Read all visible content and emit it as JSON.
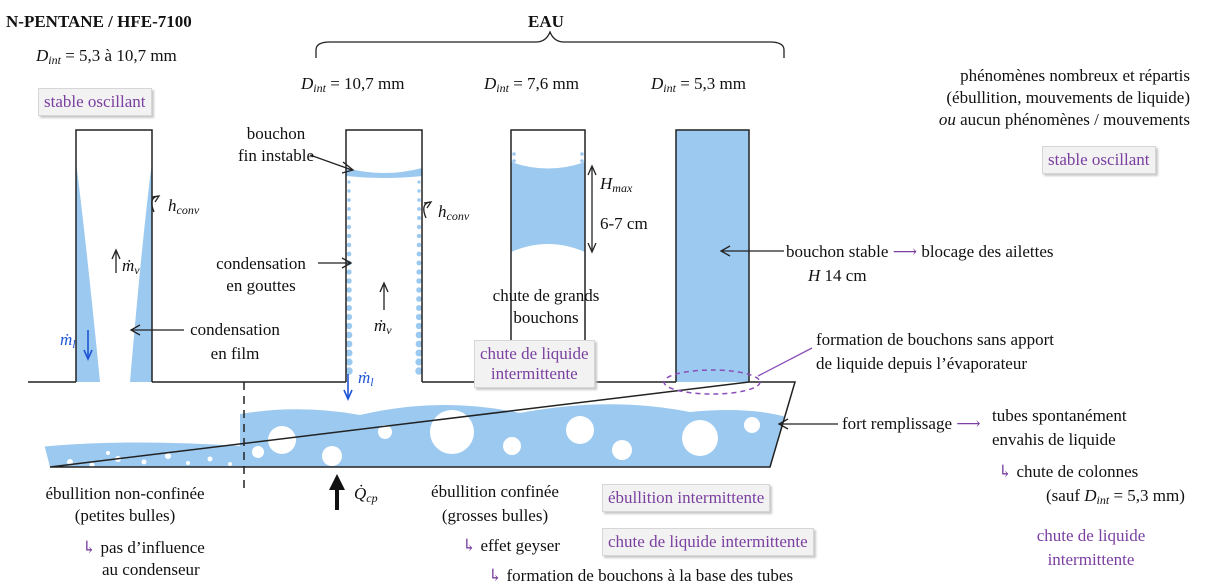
{
  "left_header": {
    "title": "N-PENTANE / HFE-7100",
    "dint_prefix": "D",
    "dint_sub": "int",
    "dint_value": " = 5,3 à 10,7 mm",
    "badge": "stable oscillant"
  },
  "water_header": {
    "title": "EAU",
    "d1_value": " = 10,7 mm",
    "d2_value": " = 7,6 mm",
    "d3_value": " = 5,3 mm"
  },
  "right_note": {
    "line1": "phénomènes nombreux et répartis",
    "line2": "(ébullition, mouvements de liquide)",
    "line3_italic": "ou",
    "line3_rest": " aucun phénomènes / mouvements",
    "badge": "stable oscillant"
  },
  "symbols": {
    "h_conv": "h",
    "h_conv_sub": "conv",
    "m_v": "ṁ",
    "m_v_sub": "v",
    "m_l": "ṁ",
    "m_l_sub": "l",
    "q_cp": "Q̇",
    "q_cp_sub": "cp",
    "h_max": "H",
    "h_max_sub": "max",
    "h_max_value": "6-7 cm"
  },
  "labels": {
    "bouchon_fin_1": "bouchon",
    "bouchon_fin_2": "fin instable",
    "condensation_gouttes_1": "condensation",
    "condensation_gouttes_2": "en gouttes",
    "condensation_film_1": "condensation",
    "condensation_film_2": "en film",
    "chute_grands_1": "chute de grands",
    "chute_grands_2": "bouchons",
    "chute_liquide_badge_1": "chute de liquide",
    "chute_liquide_badge_2": "intermittente",
    "bouchon_stable": "bouchon stable",
    "blocage": "blocage des ailettes",
    "h14_italic": "H",
    "h14_value": " 14 cm",
    "formation_1": "formation de bouchons sans apport",
    "formation_2": "de liquide depuis l’évaporateur",
    "fort_remplissage": "fort remplissage",
    "tubes_envahis_1": "tubes spontanément",
    "tubes_envahis_2": "envahis de liquide",
    "chute_colonnes": "chute de colonnes",
    "sauf_prefix": "(sauf ",
    "sauf_value": " = 5,3 mm)",
    "right_badge_1": "chute de liquide",
    "right_badge_2": "intermittente",
    "ebullition_nc_1": "ébullition non-confinée",
    "ebullition_nc_2": "(petites bulles)",
    "pas_influence_1": "pas d’influence",
    "pas_influence_2": "au condenseur",
    "ebullition_c_1": "ébullition confinée",
    "ebullition_c_2": "(grosses bulles)",
    "ebullition_intermittente": "ébullition intermittente",
    "chute_liquide_intermittente": "chute de liquide intermittente",
    "effet_geyser": "effet geyser",
    "formation_base": "formation de bouchons à la base des tubes"
  },
  "glyphs": {
    "right_arrow": "⟶",
    "hook_arrow": "↳",
    "up_arrow": "↑",
    "down_arrow": "↓",
    "left_arrow": "⟵"
  },
  "colors": {
    "liquid": "#9cc9f0",
    "accent": "#7a3fa0",
    "mass_flow_blue": "#1f55d6"
  }
}
